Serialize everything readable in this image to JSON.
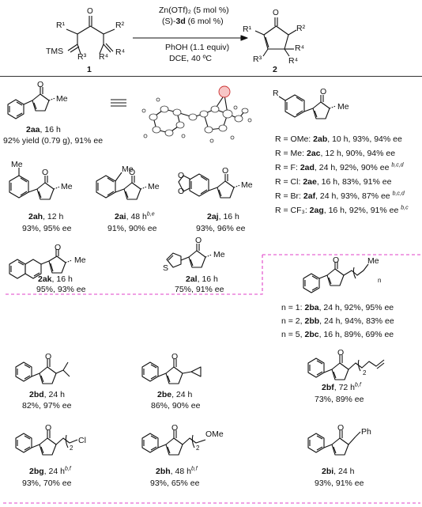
{
  "scheme": {
    "reagent_line1": "Zn(OTf)₂ (5 mol %)",
    "reagent_line2_prefix": "(S)-",
    "reagent_line2_bold": "3d",
    "reagent_line2_suffix": " (6 mol %)",
    "reagent_line3": "PhOH (1.1 equiv)",
    "reagent_line4": "DCE, 40 ºC",
    "sm_number": "1",
    "product_number": "2",
    "labels": {
      "r1": "R¹",
      "r2": "R²",
      "r3": "R³",
      "r4": "R⁴",
      "tms": "TMS",
      "o": "O"
    }
  },
  "entries": {
    "aa": {
      "id": "2aa",
      "line1_rest": ", 16 h",
      "line2": "92% yield (0.79 g), 91% ee",
      "me": "Me"
    },
    "r_variants": {
      "r_label": "R",
      "items": [
        {
          "prefix": "R = OMe: ",
          "id": "2ab",
          "rest": ", 10 h, 93%, 94% ee",
          "sup": ""
        },
        {
          "prefix": "R = Me: ",
          "id": "2ac",
          "rest": ", 12 h, 90%, 94% ee",
          "sup": ""
        },
        {
          "prefix": "R = F: ",
          "id": "2ad",
          "rest": ", 24 h, 92%, 90% ee ",
          "sup": "b,c,d"
        },
        {
          "prefix": "R = Cl: ",
          "id": "2ae",
          "rest": ", 16 h, 83%, 91% ee",
          "sup": ""
        },
        {
          "prefix": "R = Br: ",
          "id": "2af",
          "rest": ", 24 h, 93%, 87% ee ",
          "sup": "b,c,d"
        },
        {
          "prefix": "R = CF₃: ",
          "id": "2ag",
          "rest": ", 16 h, 92%, 91% ee ",
          "sup": "b,c"
        }
      ]
    },
    "ah": {
      "id": "2ah",
      "time": ", 12 h",
      "sup": "",
      "res": "93%, 95% ee"
    },
    "ai": {
      "id": "2ai",
      "time": ", 48 h",
      "sup": "b,e",
      "res": "91%, 90% ee"
    },
    "aj": {
      "id": "2aj",
      "time": ", 16 h",
      "sup": "",
      "res": "93%, 96% ee"
    },
    "ak": {
      "id": "2ak",
      "time": ", 16 h",
      "sup": "",
      "res": "95%, 93% ee"
    },
    "al": {
      "id": "2al",
      "time": ", 16 h",
      "sup": "",
      "res": "75%, 91% ee"
    },
    "b_series": {
      "me": "Me",
      "n": "n",
      "items": [
        {
          "prefix": "n = 1: ",
          "id": "2ba",
          "rest": ", 24 h, 92%, 95% ee"
        },
        {
          "prefix": "n = 2, ",
          "id": "2bb",
          "rest": ", 24 h, 94%, 83% ee"
        },
        {
          "prefix": "n = 5, ",
          "id": "2bc",
          "rest": ", 16 h, 89%, 69% ee"
        }
      ]
    },
    "bd": {
      "id": "2bd",
      "time": ", 24 h",
      "sup": "",
      "res": "82%, 97% ee"
    },
    "be": {
      "id": "2be",
      "time": ", 24 h",
      "sup": "",
      "res": "86%, 90% ee"
    },
    "bf": {
      "id": "2bf",
      "time": ", 72 h",
      "sup": "b,f",
      "res": "73%, 89% ee",
      "sub": "2"
    },
    "bg": {
      "id": "2bg",
      "time": ", 24 h",
      "sup": "b,f",
      "res": "93%, 70% ee",
      "sub": "2",
      "cl": "Cl"
    },
    "bh": {
      "id": "2bh",
      "time": ", 48 h",
      "sup": "b,f",
      "res": "93%, 65% ee",
      "sub": "2",
      "ome": "OMe"
    },
    "bi": {
      "id": "2bi",
      "time": ", 24 h",
      "sup": "",
      "res": "93%, 91% ee",
      "ph": "Ph"
    }
  }
}
